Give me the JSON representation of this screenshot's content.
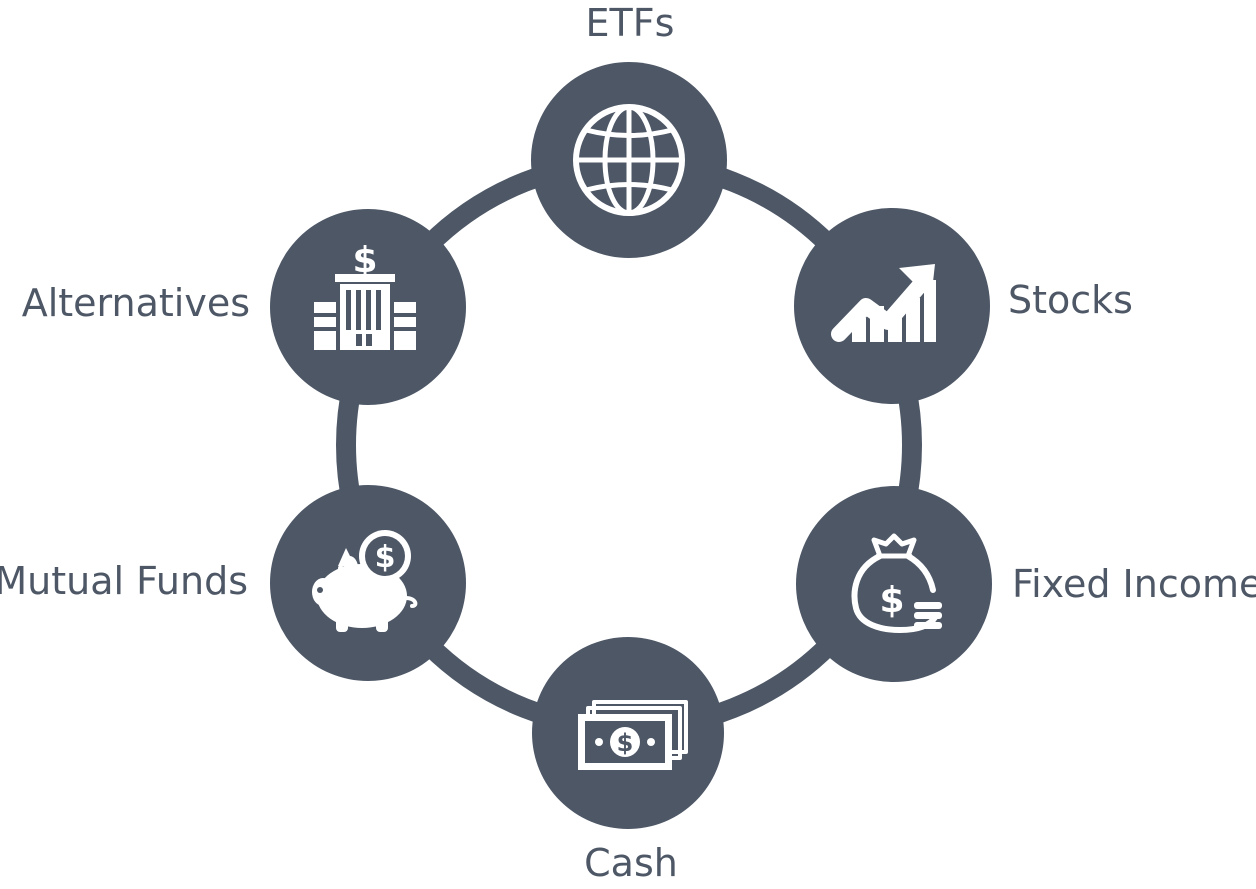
{
  "diagram": {
    "type": "cycle",
    "colors": {
      "node": "#4d5766",
      "ring": "#4d5766",
      "text": "#4d5766",
      "icon": "#ffffff"
    },
    "nodes": [
      {
        "id": "etfs",
        "label": "ETFs",
        "icon": "globe-icon"
      },
      {
        "id": "stocks",
        "label": "Stocks",
        "icon": "trend-chart-icon"
      },
      {
        "id": "fixed-income",
        "label": "Fixed Income",
        "icon": "money-bag-icon"
      },
      {
        "id": "cash",
        "label": "Cash",
        "icon": "banknotes-icon"
      },
      {
        "id": "mutual-funds",
        "label": "Mutual Funds",
        "icon": "piggy-bank-icon"
      },
      {
        "id": "alternatives",
        "label": "Alternatives",
        "icon": "bank-building-icon"
      }
    ]
  }
}
